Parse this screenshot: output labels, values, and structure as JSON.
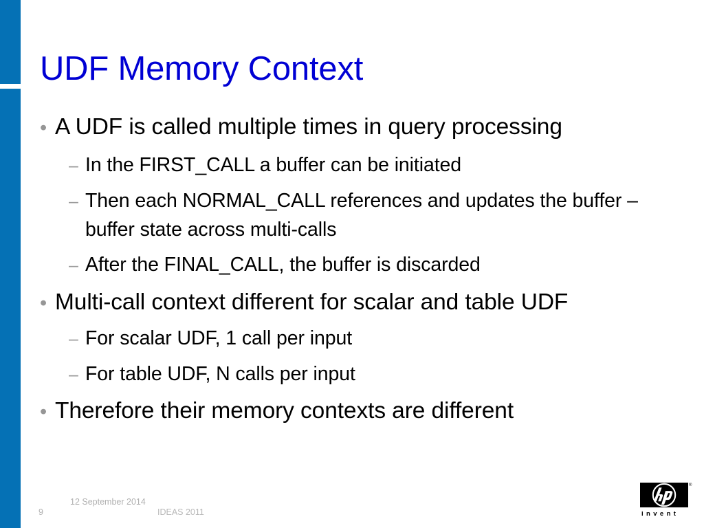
{
  "slide": {
    "title": "UDF Memory Context",
    "title_color": "#0000d4",
    "accent_color": "#0571b5",
    "background_color": "#ffffff",
    "bullet_marker_level1": "•",
    "bullet_marker_level2": "–",
    "content": [
      {
        "level": 1,
        "text": "A UDF is called multiple times in query processing"
      },
      {
        "level": 2,
        "text": "In the FIRST_CALL a buffer can be initiated"
      },
      {
        "level": 2,
        "text": "Then each NORMAL_CALL references and updates the buffer – buffer state across multi-calls"
      },
      {
        "level": 2,
        "text": "After the FINAL_CALL, the buffer is discarded"
      },
      {
        "level": 1,
        "text": "Multi-call context different for scalar and table UDF"
      },
      {
        "level": 2,
        "text": "For scalar UDF, 1 call per input"
      },
      {
        "level": 2,
        "text": "For table UDF, N calls per input"
      },
      {
        "level": 1,
        "text": "Therefore their memory contexts are different"
      }
    ]
  },
  "footer": {
    "slide_number": "9",
    "date": "12 September 2014",
    "conference": "IDEAS 2011"
  },
  "logo": {
    "wordmark": "hp",
    "tagline": "invent",
    "registered_mark": "®"
  }
}
